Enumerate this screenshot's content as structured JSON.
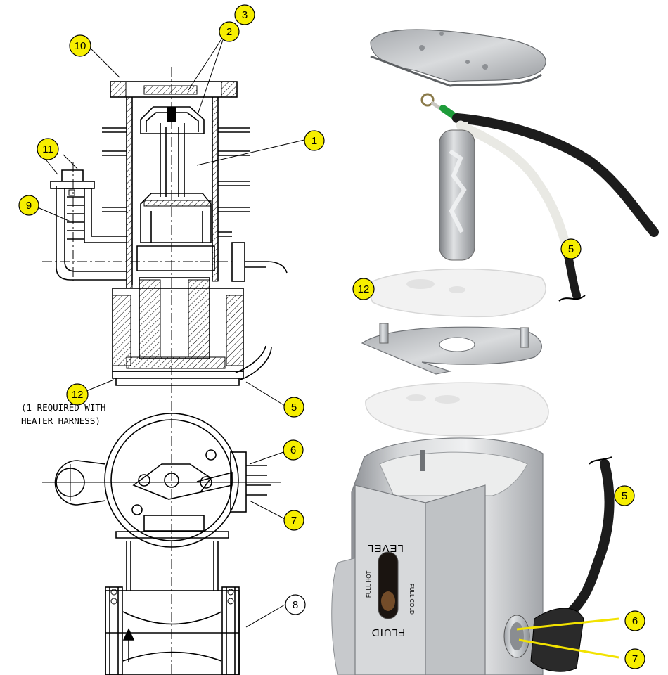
{
  "callouts": {
    "c1": "1",
    "c2": "2",
    "c3": "3",
    "c5": "5",
    "c6": "6",
    "c7": "7",
    "c8": "8",
    "c9": "9",
    "c10": "10",
    "c11": "11",
    "c12": "12",
    "p5a": "5",
    "p12": "12",
    "p5b": "5",
    "p6": "6",
    "p7": "7"
  },
  "notes": {
    "line1": "(1 REQUIRED WITH",
    "line2": "HEATER HARNESS)"
  },
  "sight_glass": {
    "level": "LEVEL",
    "fluid": "FLUID",
    "full_cold": "FULL COLD",
    "full_hot": "FULL HOT"
  },
  "colors": {
    "callout_fill": "#f6ee00",
    "callout_stroke": "#000000",
    "leader_yellow": "#f2e200",
    "metal": "#c9ccd0",
    "gasket": "#f2f2f2",
    "cable": "#1c1c1c",
    "wire_white": "#e9e9e4",
    "green_tube": "#1e9c3a"
  }
}
